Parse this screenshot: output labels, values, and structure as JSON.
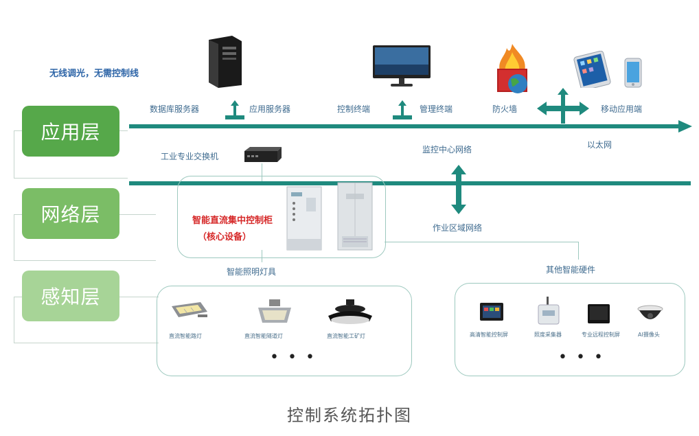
{
  "note_top": "无线调光，无需控制线",
  "layers": {
    "app": "应用层",
    "network": "网络层",
    "sense": "感知层"
  },
  "app_labels": {
    "db_server": "数据库服务器",
    "app_server": "应用服务器",
    "control_terminal": "控制终端",
    "mgmt_terminal": "管理终端",
    "firewall": "防火墙",
    "mobile": "移动应用端"
  },
  "network_labels": {
    "switch": "工业专业交换机",
    "monitor_net": "监控中心网络",
    "ethernet": "以太网",
    "core_title": "智能直流集中控制柜",
    "core_sub": "（核心设备）",
    "work_net": "作业区域网络"
  },
  "sense": {
    "lights_title": "智能照明灯具",
    "lights": [
      "直流智能路灯",
      "直流智能隧道灯",
      "直流智能工矿灯"
    ],
    "lights_more": "• • •",
    "hw_title": "其他智能硬件",
    "hw": [
      "高清智能控制屏",
      "照度采集器",
      "专业远程控制屏",
      "AI摄像头"
    ],
    "hw_more": "• • •"
  },
  "caption": "控制系统拓扑图",
  "colors": {
    "bus": "#1f8a7e",
    "layer_app": "#56a84a",
    "layer_net": "#7bbd66",
    "layer_sense": "#a7d497"
  },
  "icons": [
    "tower-server-icon",
    "monitor-icon",
    "firewall-icon",
    "tablet-icon",
    "phone-icon",
    "network-switch-icon",
    "control-cabinet-icon",
    "street-light-icon",
    "tunnel-light-icon",
    "high-bay-light-icon",
    "control-screen-icon",
    "sensor-icon",
    "remote-panel-icon",
    "dome-camera-icon"
  ]
}
